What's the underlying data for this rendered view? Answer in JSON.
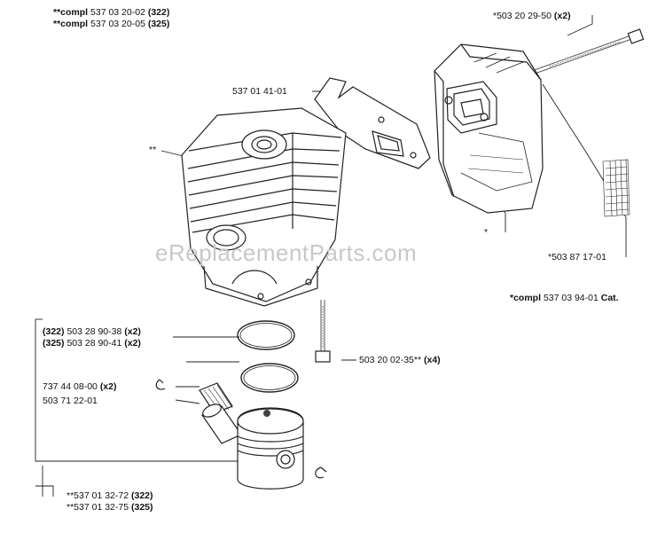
{
  "labels": {
    "top_left_1": {
      "prefix": "**compl",
      "num": "537 03 20-02",
      "code": "(322)"
    },
    "top_left_2": {
      "prefix": "**compl",
      "num": "537 03 20-05",
      "code": "(325)"
    },
    "bolt_long": {
      "num": "*503 20 29-50",
      "qty": "(x2)"
    },
    "gasket": {
      "num": "537 01 41-01"
    },
    "cylinder": {
      "num": "**"
    },
    "muffler": {
      "num": "*"
    },
    "screen": {
      "num": "*503 87 17-01"
    },
    "muffler_complete": {
      "prefix": "*compl",
      "num": "537 03 94-01",
      "suffix": "Cat."
    },
    "bolt_short": {
      "num": "503 20 02-35**",
      "qty": "(x4)"
    },
    "ring_1": {
      "code": "(322)",
      "num": "503 28 90-38",
      "qty": "(x2)"
    },
    "ring_2": {
      "code": "(325)",
      "num": "503 28 90-41",
      "qty": "(x2)"
    },
    "circlip": {
      "num": "737 44 08-00",
      "qty": "(x2)"
    },
    "bearing": {
      "num": "503 71 22-01"
    },
    "piston_1": {
      "num": "**537 01 32-72",
      "code": "(322)"
    },
    "piston_2": {
      "num": "**537 01 32-75",
      "code": "(325)"
    }
  },
  "watermark": "eReplacementParts.com"
}
